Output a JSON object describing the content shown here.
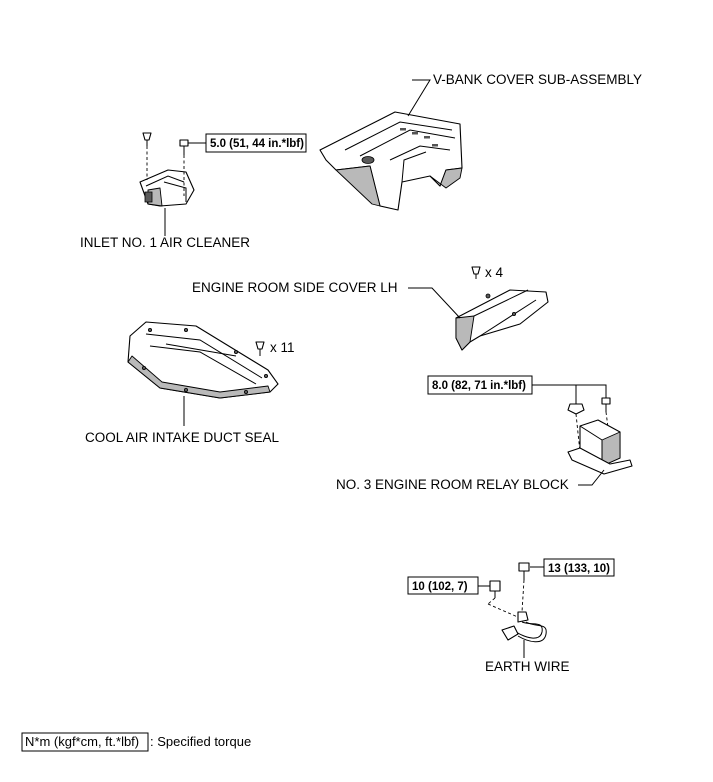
{
  "labels": {
    "vbank_cover": "V-BANK COVER SUB-ASSEMBLY",
    "inlet_air_cleaner": "INLET NO. 1 AIR CLEANER",
    "side_cover_lh": "ENGINE ROOM SIDE COVER LH",
    "cool_air_duct_seal": "COOL AIR INTAKE DUCT SEAL",
    "relay_block": "NO. 3 ENGINE ROOM RELAY BLOCK",
    "earth_wire": "EARTH WIRE"
  },
  "quantities": {
    "side_cover_clips": "x 4",
    "duct_seal_clips": "x 11"
  },
  "torques": {
    "inlet_bolt": "5.0 (51, 44 in.*lbf)",
    "relay_block": "8.0 (82, 71 in.*lbf)",
    "earth_wire_bolt_a": "13 (133, 10)",
    "earth_wire_bolt_b": "10 (102, 7)"
  },
  "legend": {
    "unit_box": "N*m (kgf*cm, ft.*lbf)",
    "description": ": Specified torque"
  }
}
